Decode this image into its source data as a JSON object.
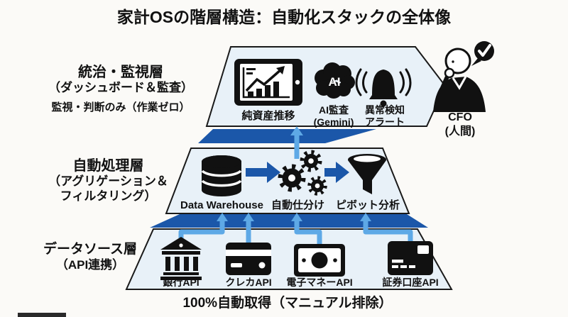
{
  "title": "家計OSの階層構造：自動化スタックの全体像",
  "caption": "100%自動取得（マニュアル排除）",
  "colors": {
    "layer_fill": "#e8f1f8",
    "layer_border": "#1a1a1a",
    "band_blue": "#1b57a9",
    "connector_blue": "#5ea9e6",
    "ink": "#111111"
  },
  "icons": {
    "ai_text": "AI"
  },
  "layers": {
    "governance": {
      "name": "統治・監視層",
      "subtitle": "（ダッシュボード＆監査）",
      "note": "監視・判断のみ（作業ゼロ）",
      "items": [
        {
          "label": "純資産推移",
          "icon": "tablet-chart"
        },
        {
          "label": "AI監査\n(Gemini)",
          "icon": "ai-brain"
        },
        {
          "label": "異常検知\nアラート",
          "icon": "alert-bell"
        }
      ],
      "human": {
        "label": "CFO\n(人間)",
        "icon": "cfo-person"
      }
    },
    "processing": {
      "name": "自動処理層",
      "subtitle": "（アグリゲーション＆\nフィルタリング）",
      "items": [
        {
          "label": "Data Warehouse",
          "icon": "database"
        },
        {
          "label": "自動仕分け",
          "icon": "gears"
        },
        {
          "label": "ピボット分析",
          "icon": "funnel"
        }
      ]
    },
    "sources": {
      "name": "データソース層",
      "subtitle": "（API連携）",
      "items": [
        {
          "label": "銀行API",
          "icon": "bank"
        },
        {
          "label": "クレカAPI",
          "icon": "credit-card"
        },
        {
          "label": "電子マネーAPI",
          "icon": "banknote"
        },
        {
          "label": "証券口座API",
          "icon": "securities-card"
        }
      ]
    }
  }
}
